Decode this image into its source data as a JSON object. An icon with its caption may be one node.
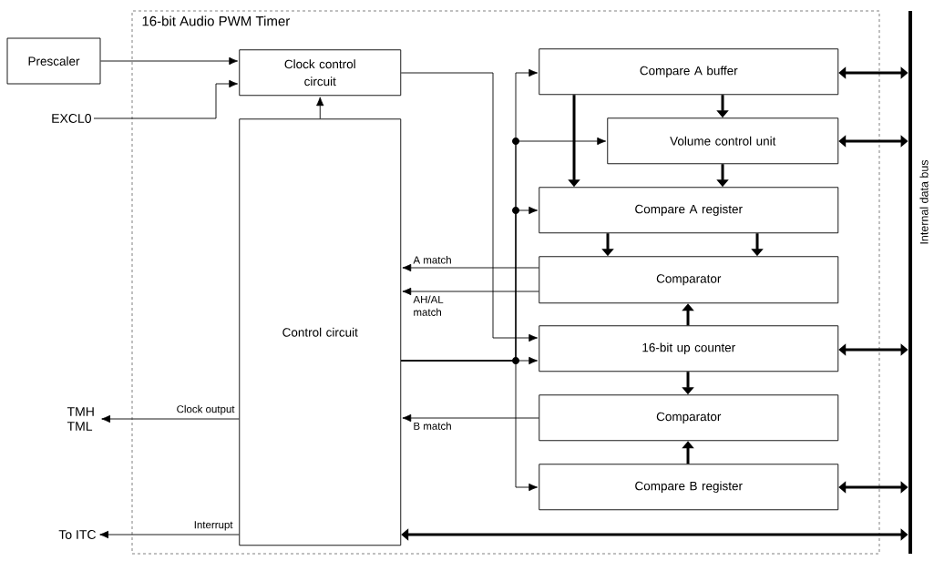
{
  "diagram": {
    "nodes": [
      {
        "text": [
          "16-bit Audio PWM Timer"
        ]
      },
      {
        "text": [
          "Prescaler"
        ]
      },
      {
        "text": [
          "EXCL0"
        ]
      },
      {
        "text": [
          "Clock control circuit"
        ],
        "in": 0
      },
      {
        "text": [
          "Control circuit"
        ],
        "in": 0
      },
      {
        "text": [
          "Compare A buffer"
        ],
        "in": 0
      },
      {
        "text": [
          "Volume control unit"
        ],
        "in": 0
      },
      {
        "text": [
          "Compare A register"
        ],
        "in": 0
      },
      {
        "text": [
          "Comparator"
        ],
        "in": 0
      },
      {
        "text": [
          "16-bit up counter"
        ],
        "in": 0
      },
      {
        "text": [
          "Comparator"
        ],
        "in": 0
      },
      {
        "text": [
          "Compare B register"
        ],
        "in": 0
      },
      {
        "text": [
          "Internal data bus"
        ]
      },
      {
        "text": [
          "TMH TML"
        ]
      },
      {
        "text": [
          "To ITC"
        ]
      }
    ],
    "edges": [
      {
        "from": 1,
        "to": 3,
        "arrow": "to"
      },
      {
        "from": 2,
        "to": 3,
        "arrow": "to"
      },
      {
        "from": 4,
        "to": 3,
        "arrow": "to"
      },
      {
        "from": 3,
        "to": 9,
        "arrow": "to"
      },
      {
        "from": 4,
        "to": 5,
        "arrow": "to"
      },
      {
        "from": 4,
        "to": 6,
        "arrow": "to"
      },
      {
        "from": 4,
        "to": 7,
        "arrow": "to"
      },
      {
        "from": 4,
        "to": 9,
        "arrow": "to"
      },
      {
        "from": 4,
        "to": 11,
        "arrow": "to"
      },
      {
        "from": 5,
        "to": 6,
        "arrow": "to",
        "style": "thick"
      },
      {
        "from": 5,
        "to": 7,
        "arrow": "to",
        "style": "thick"
      },
      {
        "from": 6,
        "to": 7,
        "arrow": "to",
        "style": "thick"
      },
      {
        "from": 7,
        "to": 8,
        "arrow": "to",
        "style": "thick"
      },
      {
        "from": 7,
        "to": 8,
        "arrow": "to",
        "style": "thick"
      },
      {
        "from": 8,
        "to": 4,
        "arrow": "to",
        "label": "A match"
      },
      {
        "from": 8,
        "to": 4,
        "arrow": "to",
        "label": "AH/AL match"
      },
      {
        "from": 9,
        "to": 8,
        "arrow": "to",
        "style": "thick"
      },
      {
        "from": 9,
        "to": 10,
        "arrow": "to",
        "style": "thick"
      },
      {
        "from": 11,
        "to": 10,
        "arrow": "to",
        "style": "thick"
      },
      {
        "from": 10,
        "to": 4,
        "arrow": "to",
        "label": "B match"
      },
      {
        "from": 5,
        "to": 12,
        "arrow": "both",
        "style": "thick"
      },
      {
        "from": 6,
        "to": 12,
        "arrow": "both",
        "style": "thick"
      },
      {
        "from": 9,
        "to": 12,
        "arrow": "both",
        "style": "thick"
      },
      {
        "from": 11,
        "to": 12,
        "arrow": "both",
        "style": "thick"
      },
      {
        "from": 4,
        "to": 12,
        "arrow": "both",
        "style": "thick"
      },
      {
        "from": 4,
        "to": 13,
        "arrow": "to",
        "label": "Clock output"
      },
      {
        "from": 4,
        "to": 14,
        "arrow": "to",
        "label": "Interrupt"
      }
    ]
  }
}
